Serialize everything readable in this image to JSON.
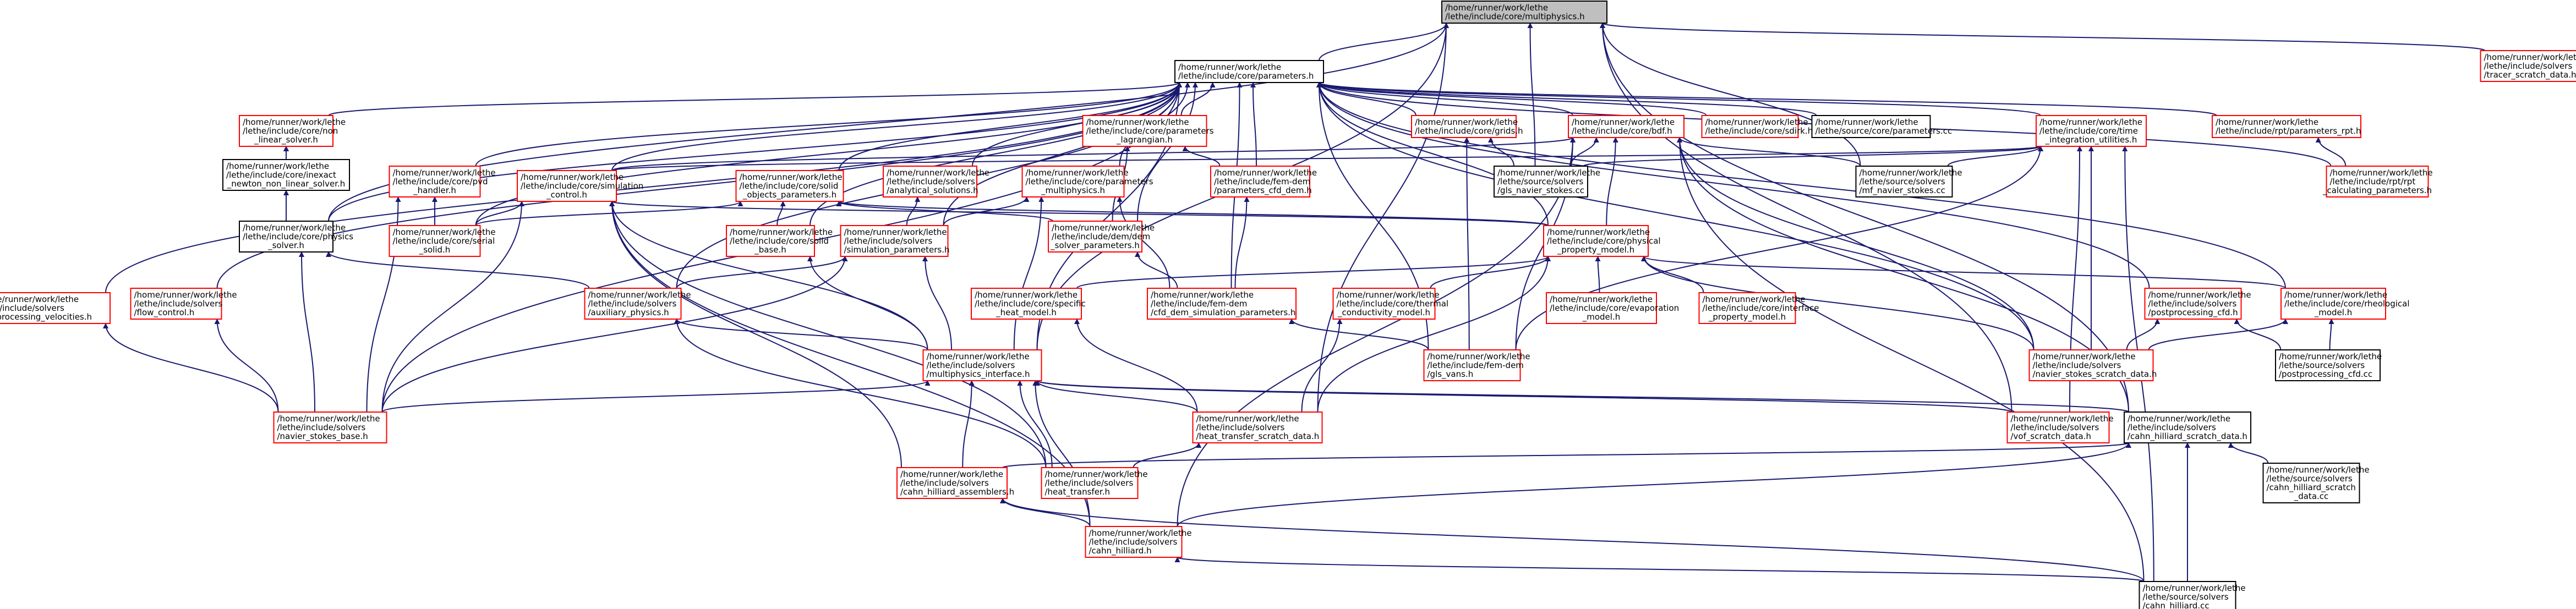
{
  "colors": {
    "edge": "#191970",
    "node_border_black": "#000000",
    "node_border_red": "#ff0000",
    "highlight_fill": "#bfbfbf",
    "node_fill": "#ffffff"
  },
  "nodes": [
    {
      "id": "mp",
      "lines": [
        "/home/runner/work/lethe",
        "/lethe/include/core/multiphysics.h"
      ],
      "border": "black",
      "highlight": true
    },
    {
      "id": "param",
      "lines": [
        "/home/runner/work/lethe",
        "/lethe/include/core/parameters.h"
      ],
      "border": "black"
    },
    {
      "id": "tracer",
      "lines": [
        "/home/runner/work/lethe",
        "/lethe/include/solvers",
        "/tracer_scratch_data.h"
      ],
      "border": "red"
    },
    {
      "id": "nonlin",
      "lines": [
        "/home/runner/work/lethe",
        "/lethe/include/core/non",
        "_linear_solver.h"
      ],
      "border": "red"
    },
    {
      "id": "paramlag",
      "lines": [
        "/home/runner/work/lethe",
        "/lethe/include/core/parameters",
        "_lagrangian.h"
      ],
      "border": "red"
    },
    {
      "id": "grids",
      "lines": [
        "/home/runner/work/lethe",
        "/lethe/include/core/grids.h"
      ],
      "border": "red"
    },
    {
      "id": "bdf",
      "lines": [
        "/home/runner/work/lethe",
        "/lethe/include/core/bdf.h"
      ],
      "border": "red"
    },
    {
      "id": "sdirk",
      "lines": [
        "/home/runner/work/lethe",
        "/lethe/include/core/sdirk.h"
      ],
      "border": "red"
    },
    {
      "id": "paramcc",
      "lines": [
        "/home/runner/work/lethe",
        "/lethe/source/core/parameters.cc"
      ],
      "border": "black"
    },
    {
      "id": "timeint",
      "lines": [
        "/home/runner/work/lethe",
        "/lethe/include/core/time",
        "_integration_utilities.h"
      ],
      "border": "red"
    },
    {
      "id": "rptparam",
      "lines": [
        "/home/runner/work/lethe",
        "/lethe/include/rpt/parameters_rpt.h"
      ],
      "border": "red"
    },
    {
      "id": "inexact",
      "lines": [
        "/home/runner/work/lethe",
        "/lethe/include/core/inexact",
        "_newton_non_linear_solver.h"
      ],
      "border": "black"
    },
    {
      "id": "pvd",
      "lines": [
        "/home/runner/work/lethe",
        "/lethe/include/core/pvd",
        "_handler.h"
      ],
      "border": "red"
    },
    {
      "id": "simctrl",
      "lines": [
        "/home/runner/work/lethe",
        "/lethe/include/core/simulation",
        "_control.h"
      ],
      "border": "red"
    },
    {
      "id": "solidobj",
      "lines": [
        "/home/runner/work/lethe",
        "/lethe/include/core/solid",
        "_objects_parameters.h"
      ],
      "border": "red"
    },
    {
      "id": "analytical",
      "lines": [
        "/home/runner/work/lethe",
        "/lethe/include/solvers",
        "/analytical_solutions.h"
      ],
      "border": "red"
    },
    {
      "id": "paramsmp",
      "lines": [
        "/home/runner/work/lethe",
        "/lethe/include/core/parameters",
        "_multiphysics.h"
      ],
      "border": "red"
    },
    {
      "id": "femparam",
      "lines": [
        "/home/runner/work/lethe",
        "/lethe/include/fem-dem",
        "/parameters_cfd_dem.h"
      ],
      "border": "red"
    },
    {
      "id": "glsns",
      "lines": [
        "/home/runner/work/lethe",
        "/lethe/source/solvers",
        "/gls_navier_stokes.cc"
      ],
      "border": "black"
    },
    {
      "id": "mfns",
      "lines": [
        "/home/runner/work/lethe",
        "/lethe/source/solvers",
        "/mf_navier_stokes.cc"
      ],
      "border": "black"
    },
    {
      "id": "rptcalc",
      "lines": [
        "/home/runner/work/lethe",
        "/lethe/include/rpt/rpt",
        "_calculating_parameters.h"
      ],
      "border": "red"
    },
    {
      "id": "physsolver",
      "lines": [
        "/home/runner/work/lethe",
        "/lethe/include/core/physics",
        "_solver.h"
      ],
      "border": "black"
    },
    {
      "id": "serial",
      "lines": [
        "/home/runner/work/lethe",
        "/lethe/include/core/serial",
        "_solid.h"
      ],
      "border": "red"
    },
    {
      "id": "solidbase",
      "lines": [
        "/home/runner/work/lethe",
        "/lethe/include/core/solid",
        "_base.h"
      ],
      "border": "red"
    },
    {
      "id": "simparam",
      "lines": [
        "/home/runner/work/lethe",
        "/lethe/include/solvers",
        "/simulation_parameters.h"
      ],
      "border": "red"
    },
    {
      "id": "demparam",
      "lines": [
        "/home/runner/work/lethe",
        "/lethe/include/dem/dem",
        "_solver_parameters.h"
      ],
      "border": "red"
    },
    {
      "id": "physprop",
      "lines": [
        "/home/runner/work/lethe",
        "/lethe/include/core/physical",
        "_property_model.h"
      ],
      "border": "red"
    },
    {
      "id": "postvel",
      "lines": [
        "/home/runner/work/lethe",
        "/lethe/include/solvers",
        "/postprocessing_velocities.h"
      ],
      "border": "red"
    },
    {
      "id": "flowctrl",
      "lines": [
        "/home/runner/work/lethe",
        "/lethe/include/solvers",
        "/flow_control.h"
      ],
      "border": "red"
    },
    {
      "id": "aux",
      "lines": [
        "/home/runner/work/lethe",
        "/lethe/include/solvers",
        "/auxiliary_physics.h"
      ],
      "border": "red"
    },
    {
      "id": "specheat",
      "lines": [
        "/home/runner/work/lethe",
        "/lethe/include/core/specific",
        "_heat_model.h"
      ],
      "border": "red"
    },
    {
      "id": "cfddem",
      "lines": [
        "/home/runner/work/lethe",
        "/lethe/include/fem-dem",
        "/cfd_dem_simulation_parameters.h"
      ],
      "border": "red"
    },
    {
      "id": "thermal",
      "lines": [
        "/home/runner/work/lethe",
        "/lethe/include/core/thermal",
        "_conductivity_model.h"
      ],
      "border": "red"
    },
    {
      "id": "evap",
      "lines": [
        "/home/runner/work/lethe",
        "/lethe/include/core/evaporation",
        "_model.h"
      ],
      "border": "red"
    },
    {
      "id": "interface",
      "lines": [
        "/home/runner/work/lethe",
        "/lethe/include/core/interface",
        "_property_model.h"
      ],
      "border": "red"
    },
    {
      "id": "postcfd",
      "lines": [
        "/home/runner/work/lethe",
        "/lethe/include/solvers",
        "/postprocessing_cfd.h"
      ],
      "border": "red"
    },
    {
      "id": "rheo",
      "lines": [
        "/home/runner/work/lethe",
        "/lethe/include/core/rheological",
        "_model.h"
      ],
      "border": "red"
    },
    {
      "id": "mpi",
      "lines": [
        "/home/runner/work/lethe",
        "/lethe/include/solvers",
        "/multiphysics_interface.h"
      ],
      "border": "red"
    },
    {
      "id": "glsvans",
      "lines": [
        "/home/runner/work/lethe",
        "/lethe/include/fem-dem",
        "/gls_vans.h"
      ],
      "border": "red"
    },
    {
      "id": "nssd",
      "lines": [
        "/home/runner/work/lethe",
        "/lethe/include/solvers",
        "/navier_stokes_scratch_data.h"
      ],
      "border": "red"
    },
    {
      "id": "postcfdcc",
      "lines": [
        "/home/runner/work/lethe",
        "/lethe/source/solvers",
        "/postprocessing_cfd.cc"
      ],
      "border": "black"
    },
    {
      "id": "nsbase",
      "lines": [
        "/home/runner/work/lethe",
        "/lethe/include/solvers",
        "/navier_stokes_base.h"
      ],
      "border": "red"
    },
    {
      "id": "htsd",
      "lines": [
        "/home/runner/work/lethe",
        "/lethe/include/solvers",
        "/heat_transfer_scratch_data.h"
      ],
      "border": "red"
    },
    {
      "id": "vofsd",
      "lines": [
        "/home/runner/work/lethe",
        "/lethe/include/solvers",
        "/vof_scratch_data.h"
      ],
      "border": "red"
    },
    {
      "id": "chsd",
      "lines": [
        "/home/runner/work/lethe",
        "/lethe/include/solvers",
        "/cahn_hilliard_scratch_data.h"
      ],
      "border": "black"
    },
    {
      "id": "chasm",
      "lines": [
        "/home/runner/work/lethe",
        "/lethe/include/solvers",
        "/cahn_hilliard_assemblers.h"
      ],
      "border": "red"
    },
    {
      "id": "ht",
      "lines": [
        "/home/runner/work/lethe",
        "/lethe/include/solvers",
        "/heat_transfer.h"
      ],
      "border": "red"
    },
    {
      "id": "chsdcc",
      "lines": [
        "/home/runner/work/lethe",
        "/lethe/source/solvers",
        "/cahn_hilliard_scratch",
        "_data.cc"
      ],
      "border": "black"
    },
    {
      "id": "ch",
      "lines": [
        "/home/runner/work/lethe",
        "/lethe/include/solvers",
        "/cahn_hilliard.h"
      ],
      "border": "red"
    },
    {
      "id": "chcc",
      "lines": [
        "/home/runner/work/lethe",
        "/lethe/source/solvers",
        "/cahn_hilliard.cc"
      ],
      "border": "black"
    }
  ],
  "edges": [
    [
      "param",
      "mp"
    ],
    [
      "tracer",
      "mp"
    ],
    [
      "physsolver",
      "mp"
    ],
    [
      "glsns",
      "mp"
    ],
    [
      "mfns",
      "mp"
    ],
    [
      "htsd",
      "mp"
    ],
    [
      "mpi",
      "mp"
    ],
    [
      "chsd",
      "mp"
    ],
    [
      "vofsd",
      "mp"
    ],
    [
      "nonlin",
      "param"
    ],
    [
      "paramlag",
      "param"
    ],
    [
      "grids",
      "param"
    ],
    [
      "bdf",
      "param"
    ],
    [
      "sdirk",
      "param"
    ],
    [
      "paramcc",
      "param"
    ],
    [
      "timeint",
      "param"
    ],
    [
      "rptparam",
      "param"
    ],
    [
      "pvd",
      "param"
    ],
    [
      "simctrl",
      "param"
    ],
    [
      "solidobj",
      "param"
    ],
    [
      "analytical",
      "param"
    ],
    [
      "paramsmp",
      "param"
    ],
    [
      "femparam",
      "param"
    ],
    [
      "rptcalc",
      "param"
    ],
    [
      "physsolver",
      "param"
    ],
    [
      "serial",
      "param"
    ],
    [
      "solidbase",
      "param"
    ],
    [
      "simparam",
      "param"
    ],
    [
      "demparam",
      "param"
    ],
    [
      "physprop",
      "param"
    ],
    [
      "postvel",
      "param"
    ],
    [
      "flowctrl",
      "param"
    ],
    [
      "aux",
      "param"
    ],
    [
      "cfddem",
      "param"
    ],
    [
      "postcfd",
      "param"
    ],
    [
      "rheo",
      "param"
    ],
    [
      "mpi",
      "param"
    ],
    [
      "glsvans",
      "param"
    ],
    [
      "nssd",
      "param"
    ],
    [
      "nsbase",
      "param"
    ],
    [
      "inexact",
      "nonlin"
    ],
    [
      "physsolver",
      "nonlin"
    ],
    [
      "femparam",
      "paramlag"
    ],
    [
      "demparam",
      "paramlag"
    ],
    [
      "glsns",
      "grids"
    ],
    [
      "glsvans",
      "grids"
    ],
    [
      "simctrl",
      "bdf"
    ],
    [
      "glsns",
      "bdf"
    ],
    [
      "mfns",
      "bdf"
    ],
    [
      "chsd",
      "bdf"
    ],
    [
      "chcc",
      "bdf"
    ],
    [
      "ch",
      "bdf"
    ],
    [
      "physprop",
      "bdf"
    ],
    [
      "nssd",
      "bdf"
    ],
    [
      "glsvans",
      "bdf"
    ],
    [
      "mfns",
      "timeint"
    ],
    [
      "glsns",
      "timeint"
    ],
    [
      "vofsd",
      "timeint"
    ],
    [
      "chcc",
      "timeint"
    ],
    [
      "nssd",
      "timeint"
    ],
    [
      "glsvans",
      "timeint"
    ],
    [
      "simctrl",
      "timeint"
    ],
    [
      "rptcalc",
      "rptparam"
    ],
    [
      "physsolver",
      "inexact"
    ],
    [
      "nsbase",
      "pvd"
    ],
    [
      "serial",
      "pvd"
    ],
    [
      "serial",
      "simctrl"
    ],
    [
      "nsbase",
      "simctrl"
    ],
    [
      "mpi",
      "simctrl"
    ],
    [
      "ht",
      "simctrl"
    ],
    [
      "ch",
      "simctrl"
    ],
    [
      "chasm",
      "simctrl"
    ],
    [
      "physprop",
      "simctrl"
    ],
    [
      "serial",
      "solidobj"
    ],
    [
      "solidbase",
      "solidobj"
    ],
    [
      "demparam",
      "solidobj"
    ],
    [
      "physprop",
      "solidobj"
    ],
    [
      "simparam",
      "analytical"
    ],
    [
      "simparam",
      "paramsmp"
    ],
    [
      "cfddem",
      "paramsmp"
    ],
    [
      "mpi",
      "paramsmp"
    ],
    [
      "cfddem",
      "femparam"
    ],
    [
      "nsbase",
      "physsolver"
    ],
    [
      "aux",
      "physsolver"
    ],
    [
      "mpi",
      "solidbase"
    ],
    [
      "mpi",
      "simparam"
    ],
    [
      "aux",
      "simparam"
    ],
    [
      "nsbase",
      "simparam"
    ],
    [
      "cfddem",
      "demparam"
    ],
    [
      "specheat",
      "physprop"
    ],
    [
      "thermal",
      "physprop"
    ],
    [
      "evap",
      "physprop"
    ],
    [
      "interface",
      "physprop"
    ],
    [
      "rheo",
      "physprop"
    ],
    [
      "htsd",
      "physprop"
    ],
    [
      "nssd",
      "physprop"
    ],
    [
      "nsbase",
      "postvel"
    ],
    [
      "nsbase",
      "flowctrl"
    ],
    [
      "mpi",
      "aux"
    ],
    [
      "ht",
      "aux"
    ],
    [
      "htsd",
      "specheat"
    ],
    [
      "glsvans",
      "cfddem"
    ],
    [
      "htsd",
      "thermal"
    ],
    [
      "nssd",
      "postcfd"
    ],
    [
      "postcfdcc",
      "postcfd"
    ],
    [
      "nssd",
      "rheo"
    ],
    [
      "postcfdcc",
      "rheo"
    ],
    [
      "nsbase",
      "mpi"
    ],
    [
      "htsd",
      "mpi"
    ],
    [
      "vofsd",
      "mpi"
    ],
    [
      "chsd",
      "mpi"
    ],
    [
      "chasm",
      "mpi"
    ],
    [
      "ht",
      "mpi"
    ],
    [
      "ch",
      "mpi"
    ],
    [
      "ht",
      "htsd"
    ],
    [
      "chasm",
      "chsd"
    ],
    [
      "ch",
      "chsd"
    ],
    [
      "chsdcc",
      "chsd"
    ],
    [
      "chcc",
      "chsd"
    ],
    [
      "ch",
      "chasm"
    ],
    [
      "chcc",
      "chasm"
    ],
    [
      "chcc",
      "ch"
    ]
  ]
}
